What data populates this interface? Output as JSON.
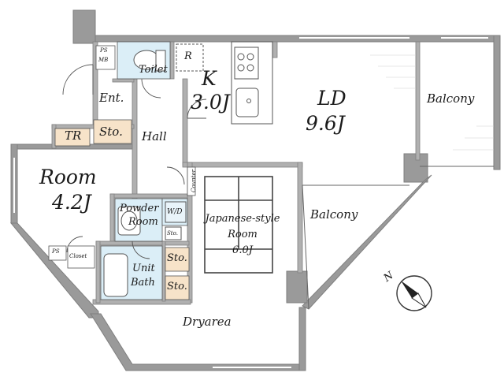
{
  "colors": {
    "wall": "#9a9a9a",
    "wall_dark": "#7f7f7f",
    "wet": "#dbeef7",
    "storage": "#f7e3c9",
    "line": "#555555",
    "tatami": "#444444"
  },
  "rooms": {
    "living": {
      "name": "LD",
      "size": "9.6J"
    },
    "kitchen": {
      "name": "K",
      "size": "3.0J"
    },
    "balcony_top": {
      "name": "Balcony"
    },
    "balcony_mid": {
      "name": "Balcony"
    },
    "room": {
      "name": "Room",
      "size": "4.2J"
    },
    "japanese": {
      "line1": "Japanese-style",
      "line2": "Room",
      "size": "6.0J"
    },
    "hall": {
      "name": "Hall"
    },
    "entrance": {
      "name": "Ent."
    },
    "toilet": {
      "name": "Toilet"
    },
    "powder": {
      "line1": "Powder",
      "line2": "Room"
    },
    "washer": {
      "name": "W/D"
    },
    "unit_bath": {
      "line1": "Unit",
      "line2": "Bath"
    },
    "dryarea": {
      "name": "Dryarea"
    },
    "closet": {
      "name": "Closet"
    },
    "counter": {
      "name": "Counter"
    },
    "fridge": {
      "name": "R"
    },
    "tr": {
      "name": "TR"
    },
    "ps_mb": {
      "line1": "PS",
      "line2": "MB"
    },
    "ps_small": {
      "name": "PS"
    }
  },
  "storage": [
    {
      "name": "Sto."
    },
    {
      "name": "Sto."
    },
    {
      "name": "Sto."
    },
    {
      "name": "Sto."
    }
  ],
  "compass": {
    "label": "N",
    "icon": "north-arrow-icon"
  }
}
